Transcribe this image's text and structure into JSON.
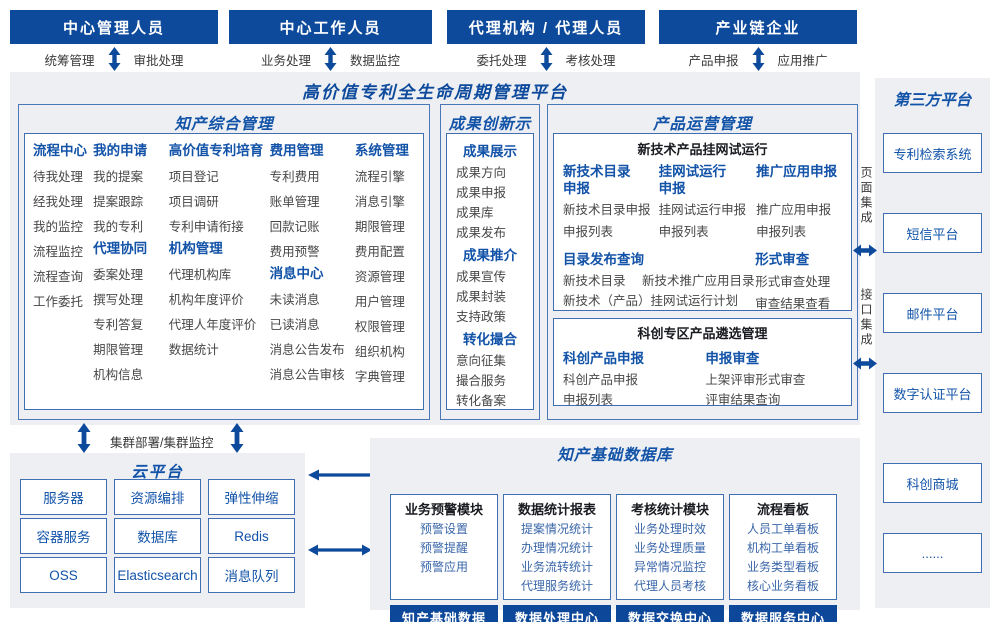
{
  "colors": {
    "primary_blue": "#0d4a9c",
    "accent_blue": "#1253a8",
    "dark_footer_blue": "#0d4799",
    "item_gray": "#474747",
    "module_item_blue": "#3a66a8",
    "panel_bg": "#edeff3",
    "box_border": "#3f6fb2"
  },
  "top_actors": [
    {
      "title": "中心管理人员",
      "left": "统筹管理",
      "right": "审批处理"
    },
    {
      "title": "中心工作人员",
      "left": "业务处理",
      "right": "数据监控"
    },
    {
      "title": "代理机构 / 代理人员",
      "left": "委托处理",
      "right": "考核处理"
    },
    {
      "title": "产业链企业",
      "left": "产品申报",
      "right": "应用推广"
    }
  ],
  "platform": {
    "title": "高价值专利全生命周期管理平台",
    "ip_management": {
      "title": "知产综合管理",
      "columns": [
        {
          "groups": [
            {
              "header": "流程中心",
              "items": [
                "待我处理",
                "经我处理",
                "我的监控",
                "流程监控",
                "流程查询",
                "工作委托"
              ]
            }
          ]
        },
        {
          "groups": [
            {
              "header": "我的申请",
              "items": [
                "我的提案",
                "提案跟踪",
                "我的专利"
              ]
            },
            {
              "header": "代理协同",
              "items": [
                "委案处理",
                "撰写处理",
                "专利答复",
                "期限管理",
                "机构信息"
              ]
            }
          ]
        },
        {
          "groups": [
            {
              "header": "高价值专利培育",
              "items": [
                "项目登记",
                "项目调研",
                "专利申请衔接"
              ]
            },
            {
              "header": "机构管理",
              "items": [
                "代理机构库",
                "机构年度评价",
                "代理人年度评价",
                "数据统计"
              ]
            }
          ]
        },
        {
          "groups": [
            {
              "header": "费用管理",
              "items": [
                "专利费用",
                "账单管理",
                "回款记账",
                "费用预警"
              ]
            },
            {
              "header": "消息中心",
              "items": [
                "未读消息",
                "已读消息",
                "消息公告发布",
                "消息公告审核"
              ]
            }
          ]
        },
        {
          "groups": [
            {
              "header": "系统管理",
              "items": [
                "流程引擎",
                "消息引擎",
                "期限管理",
                "费用配置",
                "资源管理",
                "用户管理",
                "权限管理",
                "组织机构",
                "字典管理"
              ]
            }
          ]
        }
      ]
    },
    "achievement": {
      "title": "成果创新示范",
      "groups": [
        {
          "header": "成果展示",
          "items": [
            "成果方向",
            "成果申报",
            "成果库",
            "成果发布"
          ]
        },
        {
          "header": "成果推介",
          "items": [
            "成果宣传",
            "成果封装",
            "支持政策"
          ]
        },
        {
          "header": "转化撮合",
          "items": [
            "意向征集",
            "撮合服务",
            "转化备案"
          ]
        }
      ]
    },
    "product_ops": {
      "title": "产品运营管理",
      "box1": {
        "title": "新技术产品挂网试运行",
        "columns": [
          {
            "header": "新技术目录\n申报",
            "items": [
              "新技术目录申报",
              "申报列表"
            ]
          },
          {
            "header": "挂网试运行\n申报",
            "items": [
              "挂网试运行申报",
              "申报列表"
            ]
          },
          {
            "header": "推广应用申报",
            "items": [
              "推广应用申报",
              "申报列表"
            ]
          }
        ],
        "catalog": {
          "header": "目录发布查询",
          "line1": [
            "新技术目录",
            "新技术推广应用目录"
          ],
          "line2": "新技术（产品）挂网试运行计划"
        },
        "review": {
          "header": "形式审查",
          "items": [
            "形式审查处理",
            "审查结果查看"
          ]
        }
      },
      "box2": {
        "title": "科创专区产品遴选管理",
        "columns": [
          {
            "header": "科创产品申报",
            "items": [
              "科创产品申报",
              "申报列表"
            ]
          },
          {
            "header": "申报审查",
            "items": [
              "上架评审形式审查",
              "评审结果查询"
            ]
          }
        ]
      }
    }
  },
  "third_party": {
    "title": "第三方平台",
    "items": [
      "专利检索系统",
      "短信平台",
      "邮件平台",
      "数字认证平台",
      "科创商城",
      "......"
    ]
  },
  "integration": {
    "page": "页面集成",
    "api": "接口集成"
  },
  "cluster_label": "集群部署/集群监控",
  "cloud": {
    "title": "云平台",
    "items": [
      "服务器",
      "资源编排",
      "弹性伸缩",
      "容器服务",
      "数据库",
      "Redis",
      "OSS",
      "Elasticsearch",
      "消息队列"
    ]
  },
  "data_platform": {
    "title": "知产基础数据库",
    "modules": [
      {
        "header": "业务预警模块",
        "items": [
          "预警设置",
          "预警提醒",
          "预警应用"
        ],
        "footer": "知产基础数据"
      },
      {
        "header": "数据统计报表",
        "items": [
          "提案情况统计",
          "办理情况统计",
          "业务流转统计",
          "代理服务统计"
        ],
        "footer": "数据处理中心"
      },
      {
        "header": "考核统计模块",
        "items": [
          "业务处理时效",
          "业务处理质量",
          "异常情况监控",
          "代理人员考核"
        ],
        "footer": "数据交换中心"
      },
      {
        "header": "流程看板",
        "items": [
          "人员工单看板",
          "机构工单看板",
          "业务类型看板",
          "核心业务看板"
        ],
        "footer": "数据服务中心"
      }
    ]
  }
}
